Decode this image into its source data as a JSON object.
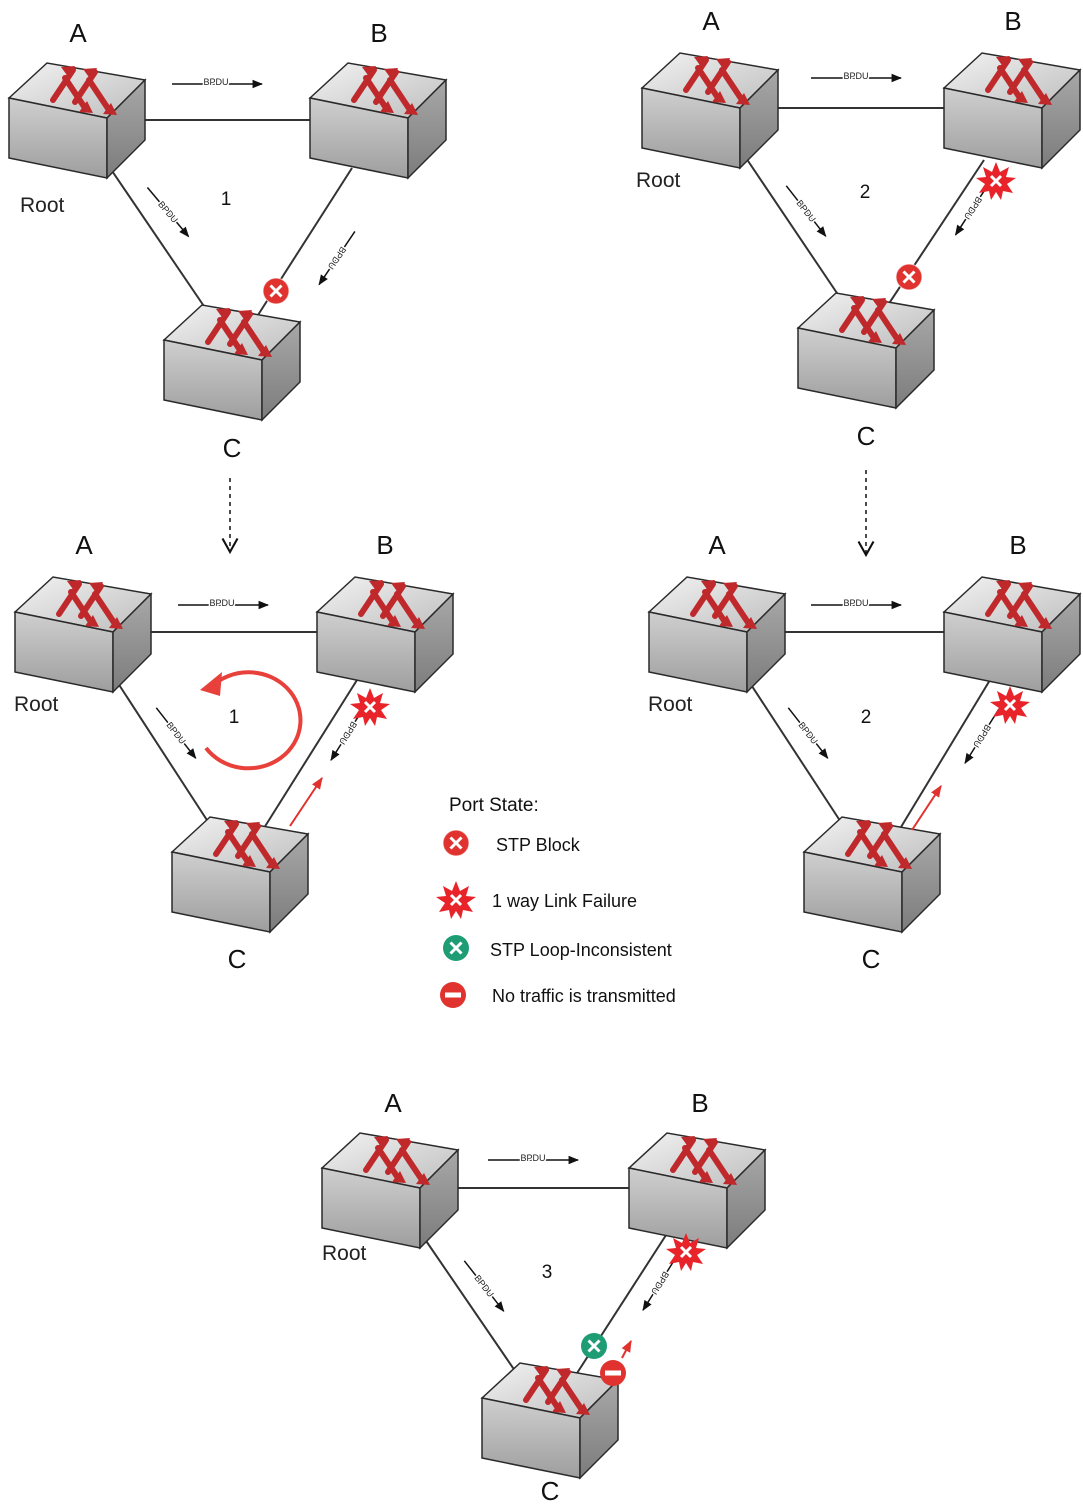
{
  "colors": {
    "block": "#e0332f",
    "failure": "#e8242a",
    "loop_inconsistent": "#1e9c74",
    "no_traffic": "#e0332f",
    "switch_arrow": "#c0292b",
    "loop_circle": "#e8403a"
  },
  "switch_icon": "network-switch-icon",
  "panels": [
    {
      "id": "panel-1a",
      "step": "1",
      "labels": {
        "a": "A",
        "b": "B",
        "c": "C",
        "root": "Root"
      },
      "bpdu": {
        "ab": "BPDU",
        "ac": "BPDU",
        "bc": "BPDU"
      },
      "ports": [
        {
          "state": "stp-block",
          "position": "C-B link"
        }
      ],
      "flow_arrow": false,
      "loop": false
    },
    {
      "id": "panel-2a",
      "step": "2",
      "labels": {
        "a": "A",
        "b": "B",
        "c": "C",
        "root": "Root"
      },
      "bpdu": {
        "ab": "BPDU",
        "ac": "BPDU",
        "bc": "BPDU"
      },
      "ports": [
        {
          "state": "one-way-link-failure",
          "position": "B-C link"
        },
        {
          "state": "stp-block",
          "position": "C-B link"
        }
      ],
      "flow_arrow": false,
      "loop": false
    },
    {
      "id": "panel-1b",
      "step": "1",
      "labels": {
        "a": "A",
        "b": "B",
        "c": "C",
        "root": "Root"
      },
      "bpdu": {
        "ab": "BPDU",
        "ac": "BPDU",
        "bc": "BPDU"
      },
      "ports": [
        {
          "state": "one-way-link-failure",
          "position": "B-C link"
        }
      ],
      "flow_arrow": true,
      "loop": true
    },
    {
      "id": "panel-2b",
      "step": "2",
      "labels": {
        "a": "A",
        "b": "B",
        "c": "C",
        "root": "Root"
      },
      "bpdu": {
        "ab": "BPDU",
        "ac": "BPDU",
        "bc": "BPDU"
      },
      "ports": [
        {
          "state": "one-way-link-failure",
          "position": "B-C link"
        }
      ],
      "flow_arrow": true,
      "loop": false
    },
    {
      "id": "panel-3",
      "step": "3",
      "labels": {
        "a": "A",
        "b": "B",
        "c": "C",
        "root": "Root"
      },
      "bpdu": {
        "ab": "BPDU",
        "ac": "BPDU",
        "bc": "BPDU"
      },
      "ports": [
        {
          "state": "one-way-link-failure",
          "position": "B-C link"
        },
        {
          "state": "stp-loop-inconsistent",
          "position": "C-B link"
        },
        {
          "state": "no-traffic",
          "position": "C-B link"
        }
      ],
      "flow_arrow": true,
      "loop": false
    }
  ],
  "legend": {
    "title": "Port State:",
    "items": [
      {
        "icon": "stp-block-icon",
        "label": "STP Block"
      },
      {
        "icon": "link-failure-icon",
        "label": "1 way Link Failure"
      },
      {
        "icon": "loop-inconsistent-icon",
        "label": "STP Loop-Inconsistent"
      },
      {
        "icon": "no-traffic-icon",
        "label": "No traffic is transmitted"
      }
    ]
  }
}
